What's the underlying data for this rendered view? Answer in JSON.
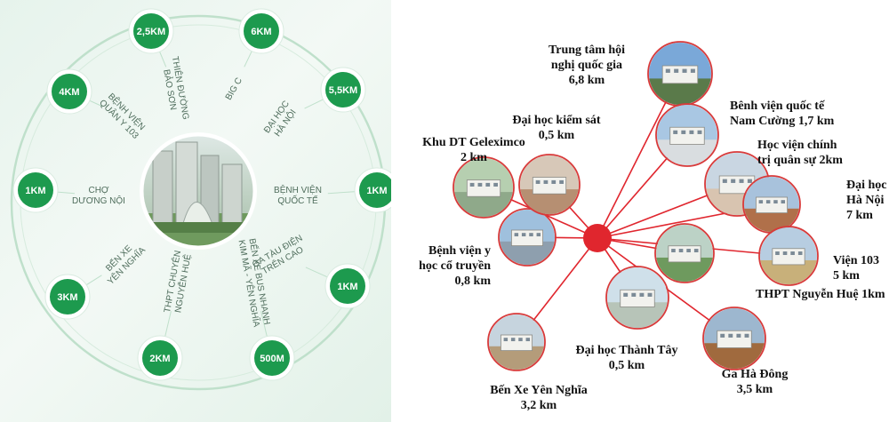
{
  "left": {
    "nodes": [
      {
        "km": "2,5KM",
        "label": [
          "THIÊN ĐƯỜNG",
          "BẢO SƠN"
        ]
      },
      {
        "km": "6KM",
        "label": [
          "BIG C"
        ]
      },
      {
        "km": "5,5KM",
        "label": [
          "ĐẠI HỌC",
          "HÀ NỘI"
        ]
      },
      {
        "km": "1KM",
        "label": [
          "BỆNH VIỆN",
          "QUỐC TẾ"
        ]
      },
      {
        "km": "1KM",
        "label": [
          "GA TÀU ĐIỆN",
          "TRÊN CAO"
        ]
      },
      {
        "km": "500M",
        "label": [
          "BẾN XE BUS NHANH",
          "KIM MÃ - YÊN NGHĨA"
        ]
      },
      {
        "km": "2KM",
        "label": [
          "THPT CHUYÊN",
          "NGUYỄN HUỆ"
        ]
      },
      {
        "km": "3KM",
        "label": [
          "BẾN XE",
          "YÊN NGHĨA"
        ]
      },
      {
        "km": "1KM",
        "label": [
          "CHỢ",
          "DƯƠNG NỘI"
        ]
      },
      {
        "km": "4KM",
        "label": [
          "BỆNH VIỆN",
          "QUÂN Y 103"
        ]
      }
    ],
    "colors": {
      "node": "#1d9a4e",
      "ring": "#bfe0cb",
      "ring_inner": "#d6ebdd",
      "label": "#4f6d5c"
    }
  },
  "right": {
    "places": [
      {
        "lines": [
          "Trung tâm hội",
          "nghị quốc gia",
          "6,8 km"
        ],
        "icon": "conference-center-photo-icon"
      },
      {
        "lines": [
          "Bênh viện quốc tế",
          "Nam Cường 1,7 km"
        ],
        "icon": "hospital-photo-icon"
      },
      {
        "lines": [
          "Học viện chính",
          "trị quân sự 2km"
        ],
        "icon": "academy-photo-icon"
      },
      {
        "lines": [
          "Đại học",
          "Hà Nội",
          "7 km"
        ],
        "icon": "university-photo-icon"
      },
      {
        "lines": [
          "Viện 103",
          "5 km"
        ],
        "icon": "institute-photo-icon"
      },
      {
        "lines": [
          "THPT Nguyễn Huệ 1km"
        ],
        "icon": "school-photo-icon"
      },
      {
        "lines": [
          "Ga Hà Đông",
          "3,5 km"
        ],
        "icon": "station-photo-icon"
      },
      {
        "lines": [
          "Đại học Thành Tây",
          "0,5 km"
        ],
        "icon": "campus-photo-icon"
      },
      {
        "lines": [
          "Bến Xe Yên Nghĩa",
          "3,2 km"
        ],
        "icon": "bus-station-photo-icon"
      },
      {
        "lines": [
          "Bệnh viện y",
          "học cổ truyền",
          "0,8 km"
        ],
        "icon": "traditional-hospital-photo-icon"
      },
      {
        "lines": [
          "Khu DT Geleximco",
          "2 km"
        ],
        "icon": "urban-area-photo-icon"
      },
      {
        "lines": [
          "Đại học kiểm sát",
          "0,5 km"
        ],
        "icon": "procuracy-college-photo-icon"
      }
    ],
    "colors": {
      "line": "#e0262e",
      "hub": "#e0262e",
      "text": "#111111"
    }
  }
}
